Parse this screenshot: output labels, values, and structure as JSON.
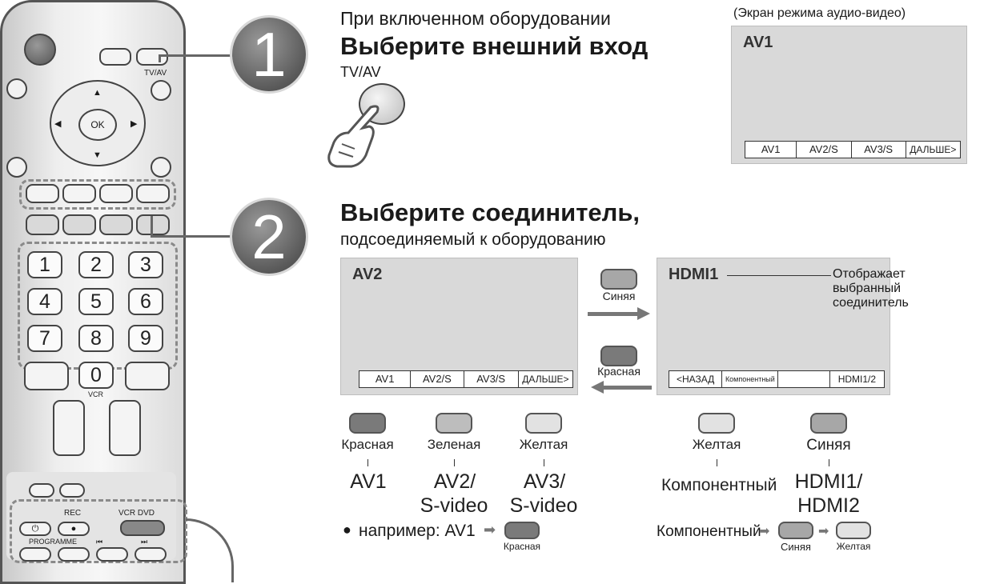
{
  "remote": {
    "tv_av_label": "TV/AV",
    "ok_label": "OK",
    "numbers": [
      "1",
      "2",
      "3",
      "4",
      "5",
      "6",
      "7",
      "8",
      "9"
    ],
    "zero": "0",
    "vcr_label": "VCR",
    "rec_label": "REC",
    "vcr_dvd_label": "VCR DVD",
    "programme_label": "PROGRAMME"
  },
  "step1": {
    "number": "1",
    "condition": "При включенном оборудовании",
    "heading": "Выберите внешний вход",
    "button_label": "TV/AV",
    "screen_caption": "(Экран режима аудио-видео)",
    "screen_title": "AV1",
    "menu": [
      "AV1",
      "AV2/S",
      "AV3/S",
      "ДАЛЬШЕ>"
    ]
  },
  "step2": {
    "number": "2",
    "heading": "Выберите соединитель,",
    "subheading": "подсоединяемый к оборудованию",
    "left_screen": {
      "title": "AV2",
      "menu": [
        "AV1",
        "AV2/S",
        "AV3/S",
        "ДАЛЬШЕ>"
      ]
    },
    "right_screen": {
      "title": "HDMI1",
      "menu": [
        "<НАЗАД",
        "Компонентный",
        "",
        "HDMI1/2"
      ]
    },
    "forward_button": "Синяя",
    "back_button": "Красная",
    "note": "Отображает выбранный соединитель",
    "mapping": [
      {
        "button": "Красная",
        "line1": "AV1",
        "line2": ""
      },
      {
        "button": "Зеленая",
        "line1": "AV2/",
        "line2": "S-video"
      },
      {
        "button": "Желтая",
        "line1": "AV3/",
        "line2": "S-video"
      },
      {
        "button": "Желтая",
        "line1": "Компонентный",
        "line2": ""
      },
      {
        "button": "Синяя",
        "line1": "HDMI1/",
        "line2": "HDMI2"
      }
    ],
    "example_prefix": "например: AV1",
    "example_btn": "Красная",
    "example2_prefix": "Компонентный",
    "example2_btn1": "Синяя",
    "example2_btn2": "Желтая"
  },
  "colors": {
    "red_btn": "#7a7a7a",
    "green_btn": "#bdbdbd",
    "yellow_btn": "#e2e2e2",
    "blue_btn": "#a7a7a7",
    "screen": "#d9d9d9"
  }
}
